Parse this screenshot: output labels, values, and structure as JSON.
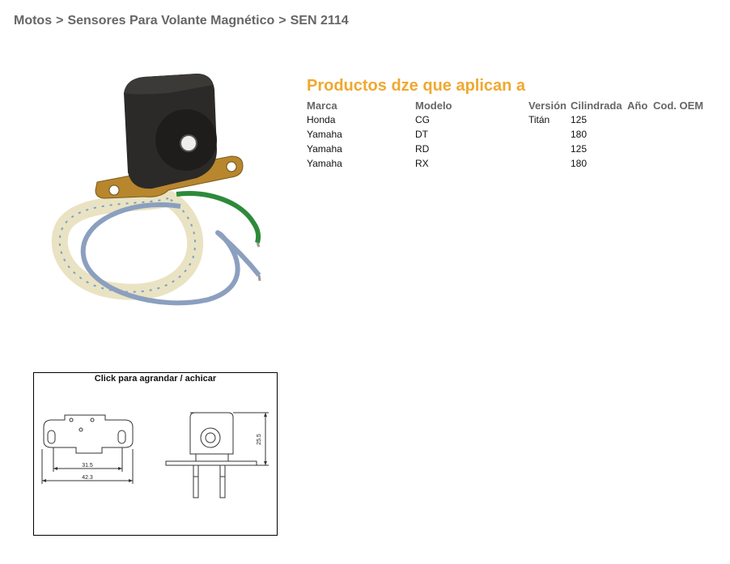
{
  "breadcrumb": {
    "items": [
      "Motos",
      "Sensores Para Volante Magnético",
      "SEN 2114"
    ],
    "separator": ">"
  },
  "colors": {
    "title_accent": "#f0a830",
    "breadcrumb": "#666666"
  },
  "applications": {
    "title": "Productos dze que aplican a",
    "columns": [
      "Marca",
      "Modelo",
      "Versión",
      "Cilindrada",
      "Año",
      "Cod. OEM"
    ],
    "rows": [
      [
        "Honda",
        "CG",
        "Titán",
        "125",
        "",
        ""
      ],
      [
        "Yamaha",
        "DT",
        "",
        "180",
        "",
        ""
      ],
      [
        "Yamaha",
        "RD",
        "",
        "125",
        "",
        ""
      ],
      [
        "Yamaha",
        "RX",
        "",
        "180",
        "",
        ""
      ]
    ]
  },
  "drawing": {
    "caption": "Click para agrandar / achicar",
    "dim_inner": "31.5",
    "dim_outer": "42.3",
    "dim_height": "25.5"
  }
}
